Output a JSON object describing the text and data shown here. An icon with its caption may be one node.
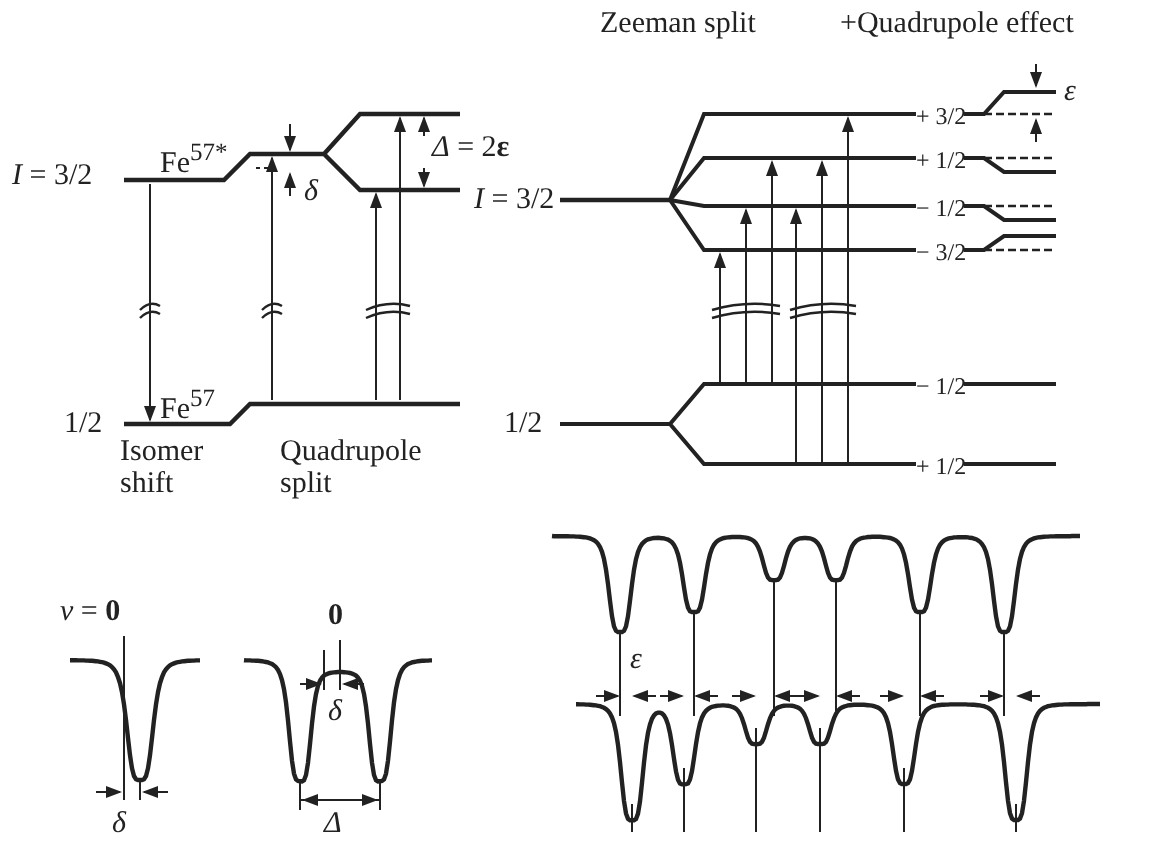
{
  "diagram": {
    "labels": [
      "Zeeman split",
      "+Quadrupole effect",
      "*I* = 3/2",
      "Fe$^{57*}$",
      "*δ*",
      "*Δ* = 2**ε**",
      "*I* = 3/2",
      "*ε*",
      "+ 3/2",
      "+ 1/2",
      "− 1/2",
      "− 3/2",
      "1/2",
      "Fe$^{57}$",
      "1/2",
      "− 1/2",
      "+ 1/2",
      "Isomer shift",
      "Quadrupole split",
      "*ν* = **0**",
      "**0**",
      "*δ*",
      "*δ*",
      "*Δ*",
      "*ε*"
    ]
  }
}
